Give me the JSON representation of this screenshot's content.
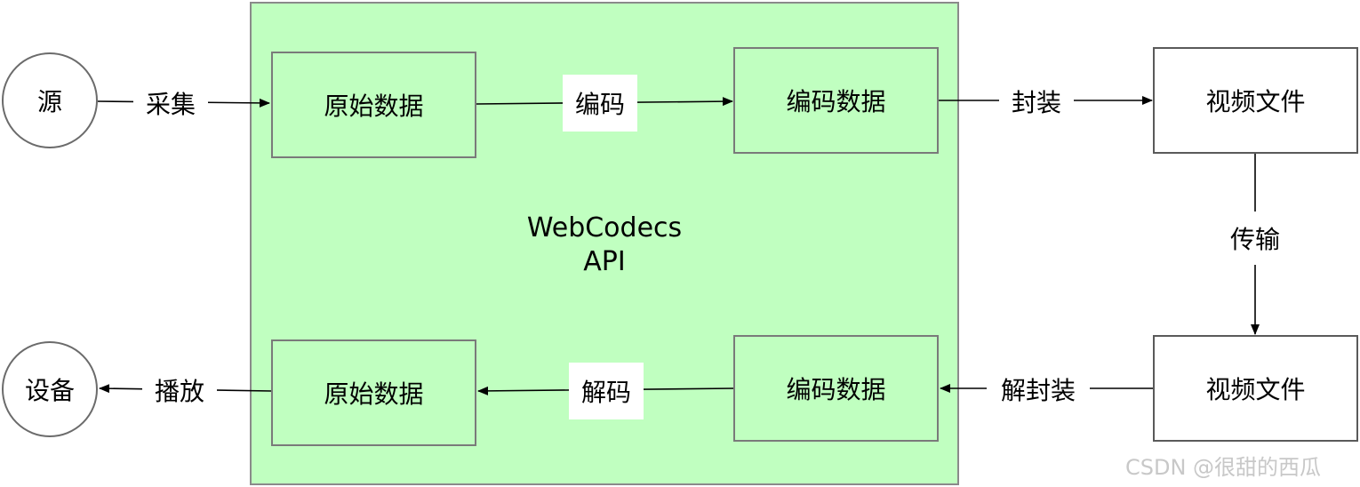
{
  "nodes": {
    "source": "源",
    "device": "设备",
    "raw_top": "原始数据",
    "encoded_top": "编码数据",
    "video_top": "视频文件",
    "raw_bottom": "原始数据",
    "encoded_bottom": "编码数据",
    "video_bottom": "视频文件"
  },
  "container": {
    "line1": "WebCodecs",
    "line2": "API"
  },
  "edges": {
    "capture": "采集",
    "encode": "编码",
    "mux": "封装",
    "transmit": "传输",
    "demux": "解封装",
    "decode": "解码",
    "play": "播放"
  },
  "watermark": "CSDN @很甜的西瓜",
  "colors": {
    "container_fill": "#c0ffc0",
    "box_fill": "#c0ffc0",
    "stroke": "#000000"
  }
}
